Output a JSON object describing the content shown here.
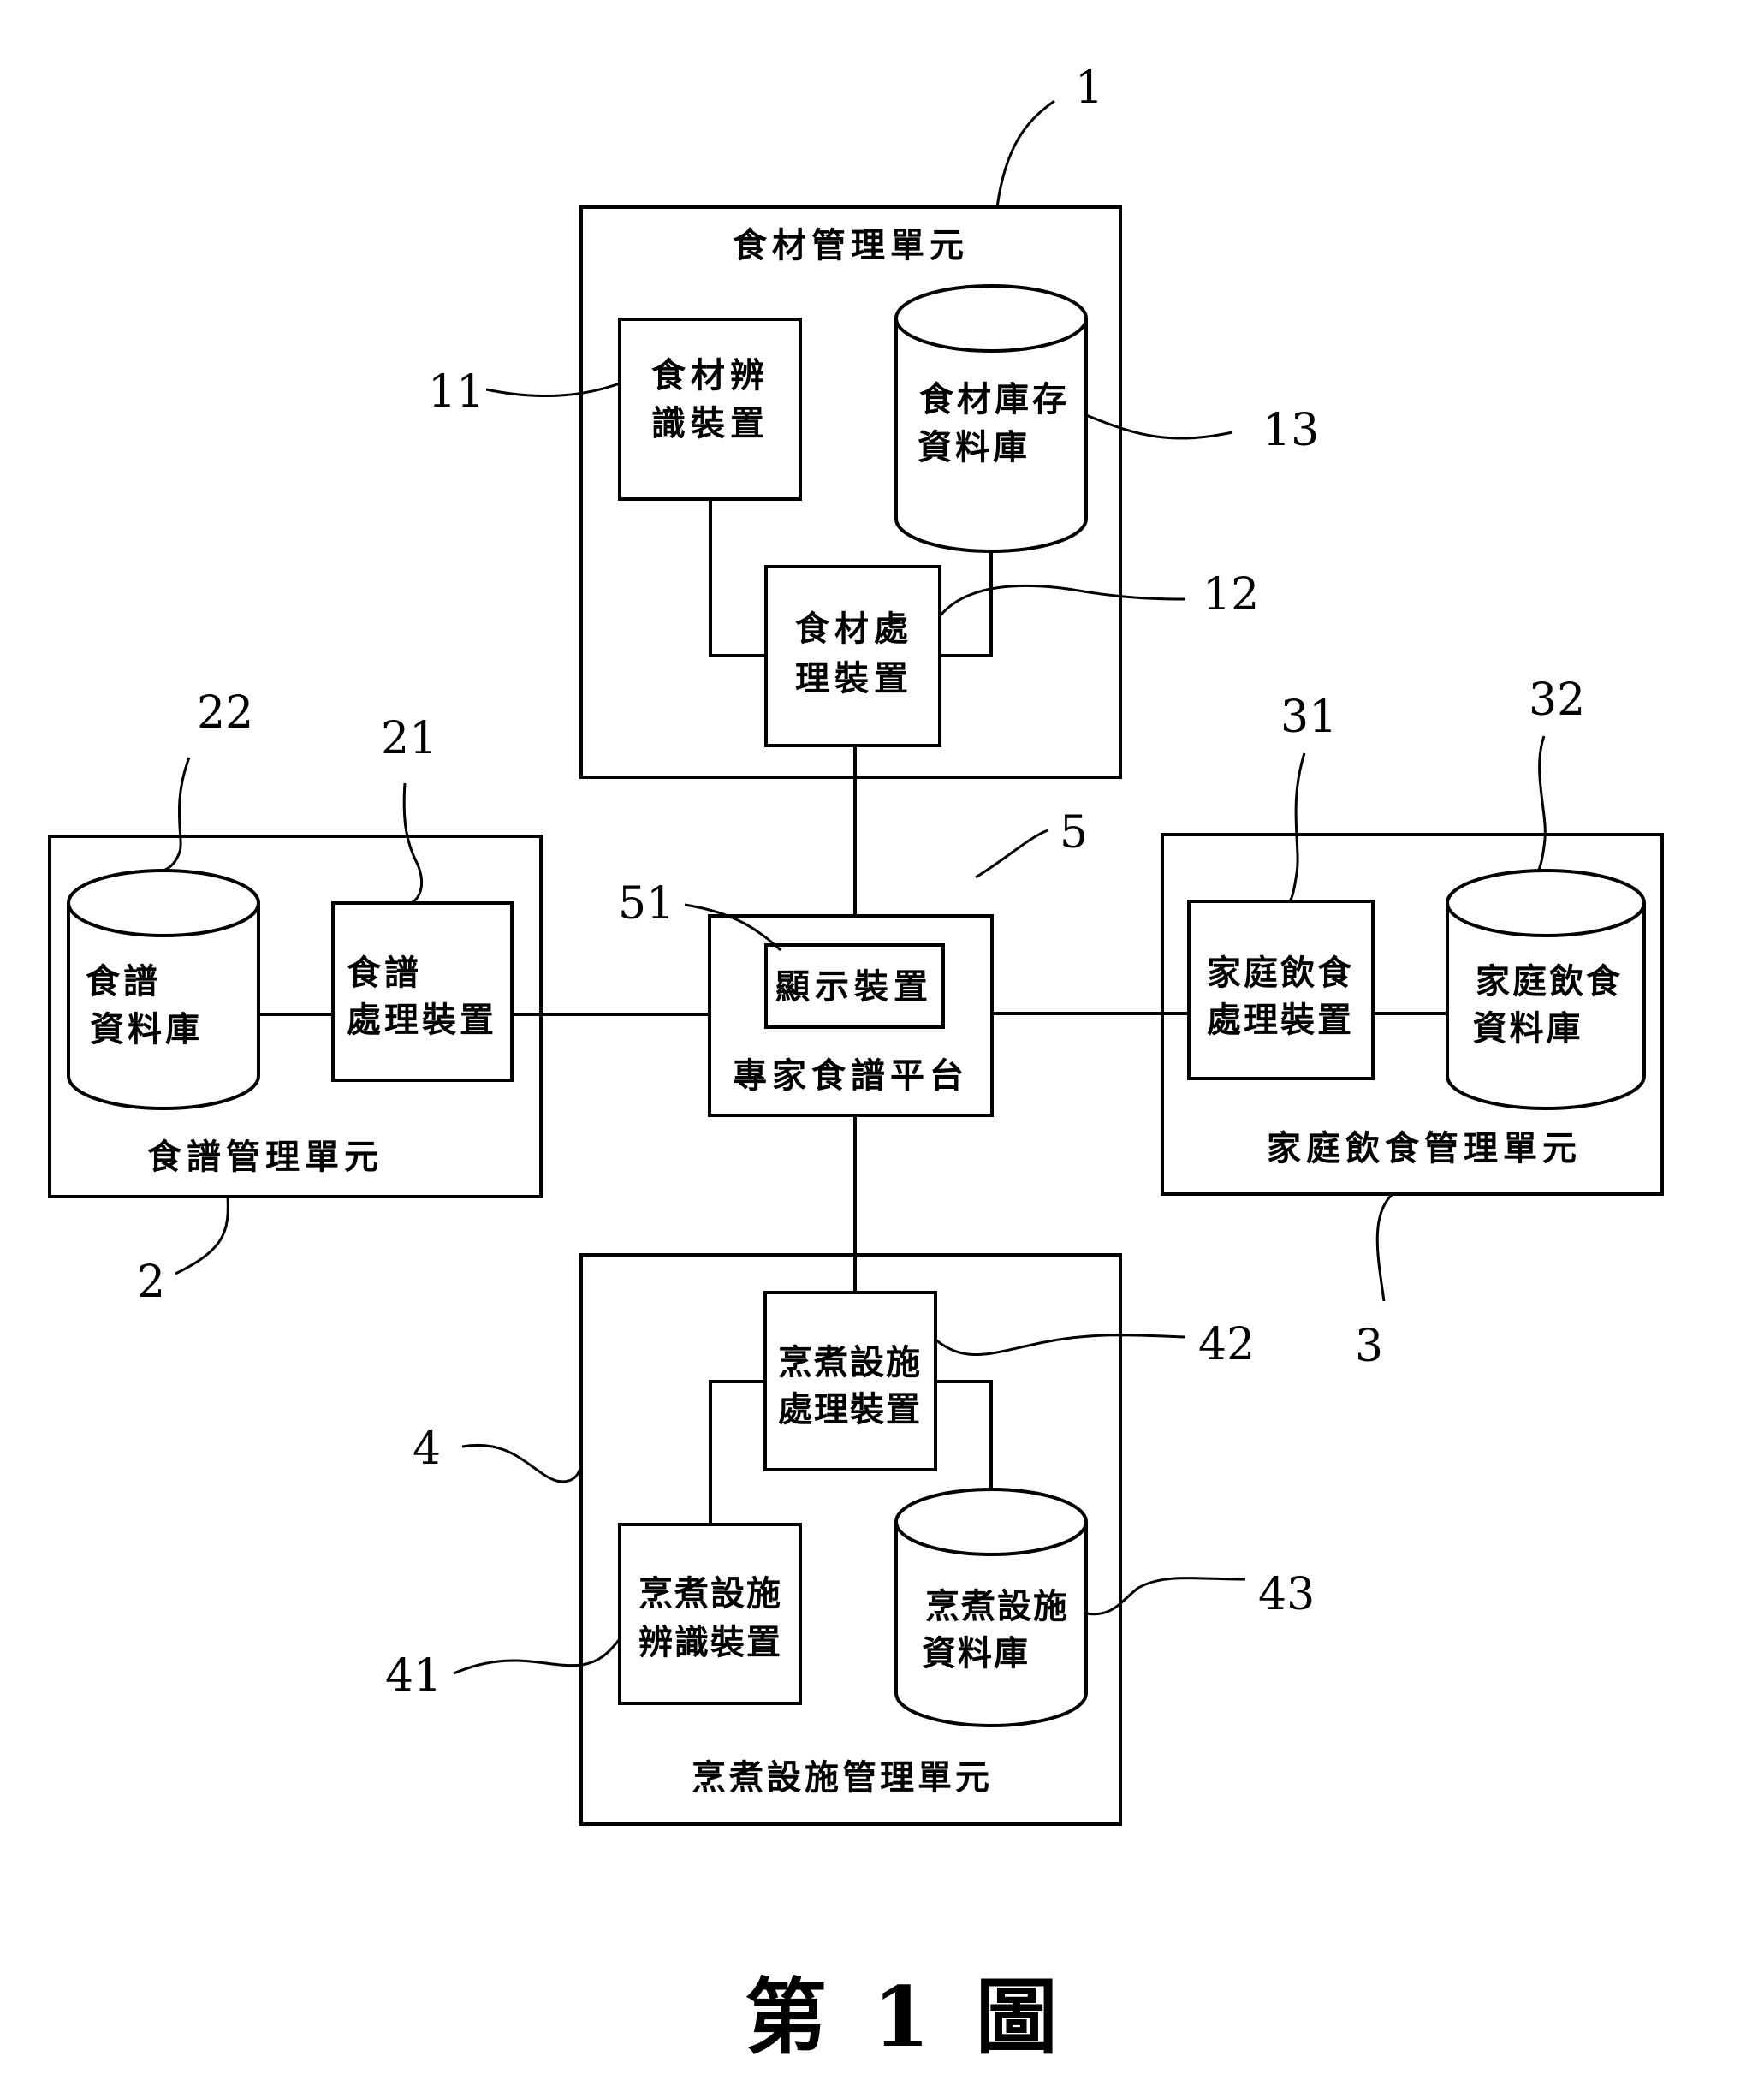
{
  "figure": {
    "caption": "第 1 圖",
    "components": {
      "unit1": {
        "ref": "1",
        "title": "食材管理單元"
      },
      "dev11": {
        "ref": "11",
        "lines": [
          "食材辨",
          "識裝置"
        ]
      },
      "dev12": {
        "ref": "12",
        "lines": [
          "食材處",
          "理裝置"
        ]
      },
      "db13": {
        "ref": "13",
        "lines": [
          "食材庫存",
          "資料庫"
        ]
      },
      "unit2": {
        "ref": "2",
        "title": "食譜管理單元"
      },
      "dev21": {
        "ref": "21",
        "lines": [
          "食譜",
          "處理裝置"
        ]
      },
      "db22": {
        "ref": "22",
        "lines": [
          "食譜",
          "資料庫"
        ]
      },
      "unit3": {
        "ref": "3",
        "title": "家庭飲食管理單元"
      },
      "dev31": {
        "ref": "31",
        "lines": [
          "家庭飲食",
          "處理裝置"
        ]
      },
      "db32": {
        "ref": "32",
        "lines": [
          "家庭飲食",
          "資料庫"
        ]
      },
      "unit4": {
        "ref": "4",
        "title": "烹煮設施管理單元"
      },
      "dev41": {
        "ref": "41",
        "lines": [
          "烹煮設施",
          "辨識裝置"
        ]
      },
      "dev42": {
        "ref": "42",
        "lines": [
          "烹煮設施",
          "處理裝置"
        ]
      },
      "db43": {
        "ref": "43",
        "lines": [
          "烹煮設施",
          "資料庫"
        ]
      },
      "unit5": {
        "ref": "5",
        "title": "專家食譜平台"
      },
      "dev51": {
        "ref": "51",
        "lines": [
          "顯示裝置"
        ]
      }
    }
  }
}
